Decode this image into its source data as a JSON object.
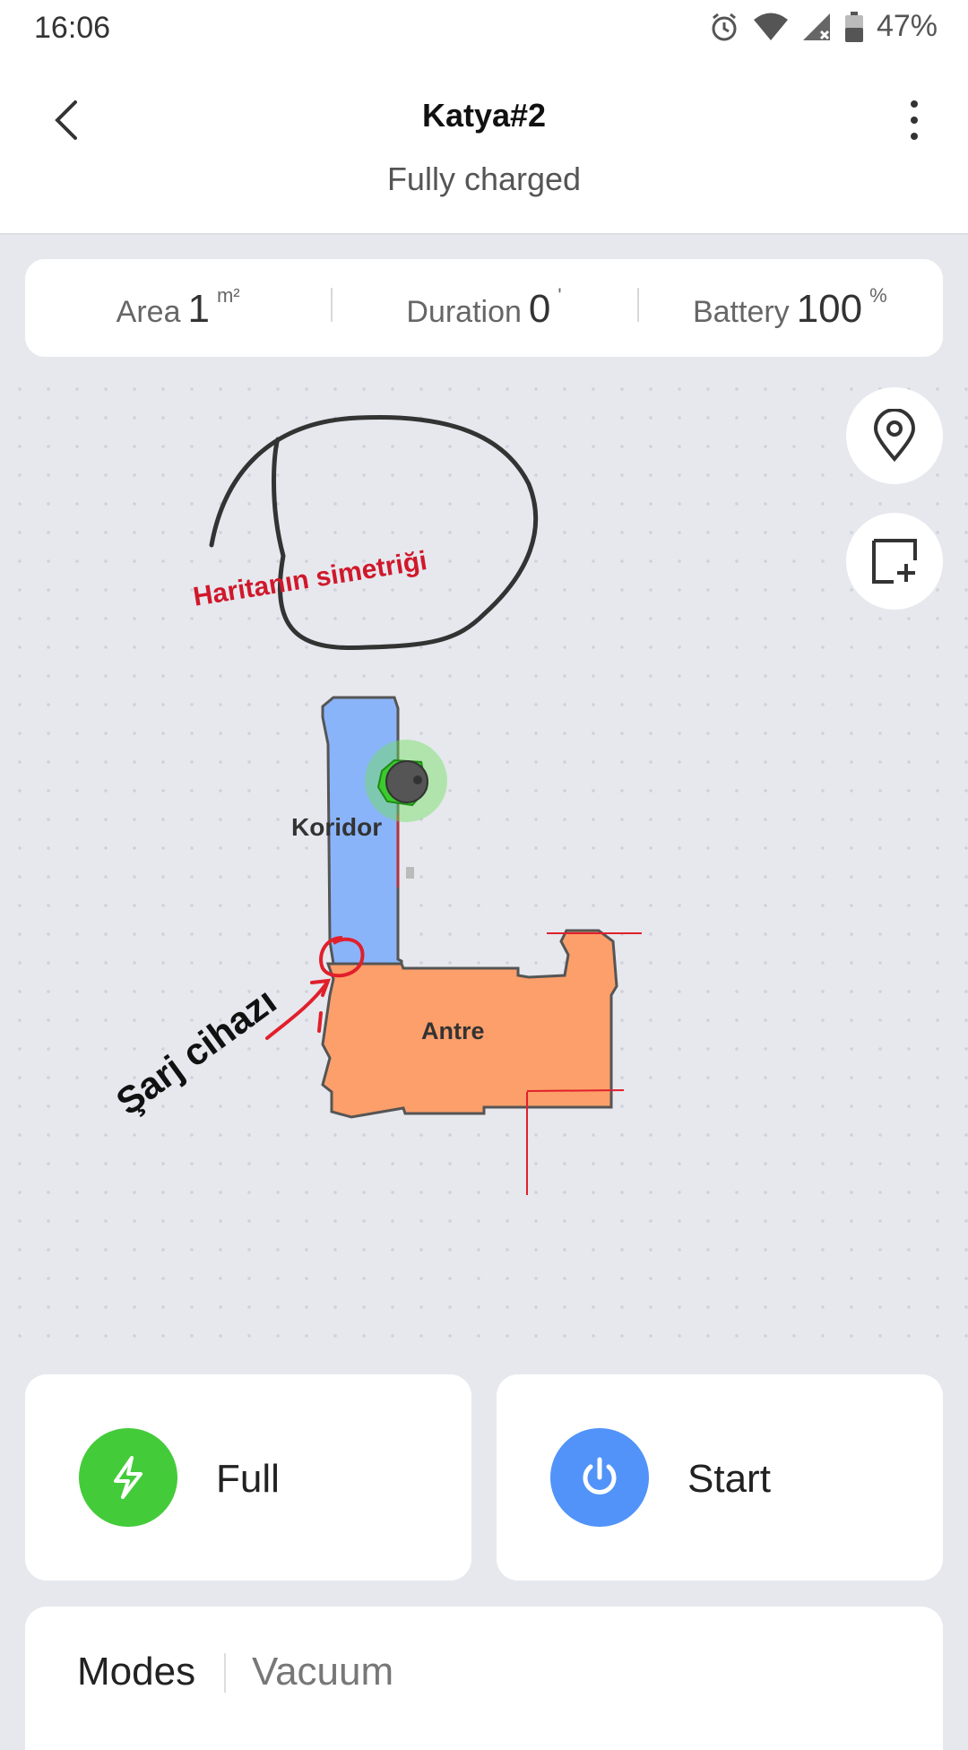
{
  "status_bar": {
    "time": "16:06",
    "battery_percent": "47%",
    "icons": [
      "alarm-icon",
      "wifi-icon",
      "cell-signal-icon",
      "battery-icon"
    ]
  },
  "header": {
    "title": "Katya#2",
    "subtitle": "Fully charged",
    "back_icon": "chevron-left-icon",
    "more_icon": "more-vertical-icon"
  },
  "stats": [
    {
      "label": "Area",
      "value": "1",
      "unit": "m²"
    },
    {
      "label": "Duration",
      "value": "0",
      "unit": "'"
    },
    {
      "label": "Battery",
      "value": "100",
      "unit": "%"
    }
  ],
  "map": {
    "rooms": [
      {
        "name": "Koridor",
        "color": "#8ab4fa"
      },
      {
        "name": "Antre",
        "color": "#fd9f6a"
      }
    ],
    "annotations": {
      "mirror_note": "Haritanın simetriği",
      "charger_note": "Şarj cihazı"
    },
    "buttons": [
      "location-pin-icon",
      "add-room-icon"
    ]
  },
  "actions": [
    {
      "label": "Full",
      "icon": "lightning-icon",
      "color": "#44cb3a"
    },
    {
      "label": "Start",
      "icon": "power-icon",
      "color": "#5193f9"
    }
  ],
  "modes": {
    "title": "Modes",
    "value": "Vacuum"
  }
}
